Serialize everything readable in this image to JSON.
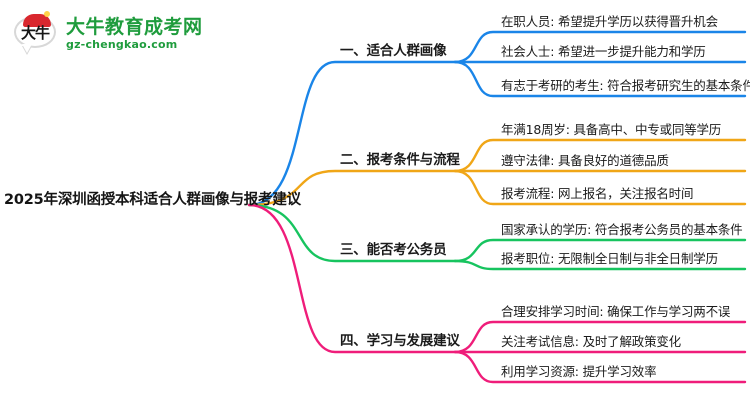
{
  "logo": {
    "mark_text": "大牛",
    "title": "大牛教育成考网",
    "subtitle": "gz-chengkao.com",
    "brand_green": "#1f9c3d",
    "cap_red": "#d9272e"
  },
  "mindmap": {
    "root": "2025年深圳函授本科适合人群画像与报考建议",
    "branches": [
      {
        "label": "一、适合人群画像",
        "color": "#1a85e8",
        "leaves": [
          "在职人员: 希望提升学历以获得晋升机会",
          "社会人士: 希望进一步提升能力和学历",
          "有志于考研的考生: 符合报考研究生的基本条件"
        ]
      },
      {
        "label": "二、报考条件与流程",
        "color": "#f0a617",
        "leaves": [
          "年满18周岁: 具备高中、中专或同等学历",
          "遵守法律: 具备良好的道德品质",
          "报考流程: 网上报名，关注报名时间"
        ]
      },
      {
        "label": "三、能否考公务员",
        "color": "#17c45f",
        "leaves": [
          "国家承认的学历: 符合报考公务员的基本条件",
          "报考职位: 无限制全日制与非全日制学历"
        ]
      },
      {
        "label": "四、学习与发展建议",
        "color": "#ef1d7a",
        "leaves": [
          "合理安排学习时间: 确保工作与学习两不误",
          "关注考试信息: 及时了解政策变化",
          "利用学习资源: 提升学习效率"
        ]
      }
    ]
  }
}
